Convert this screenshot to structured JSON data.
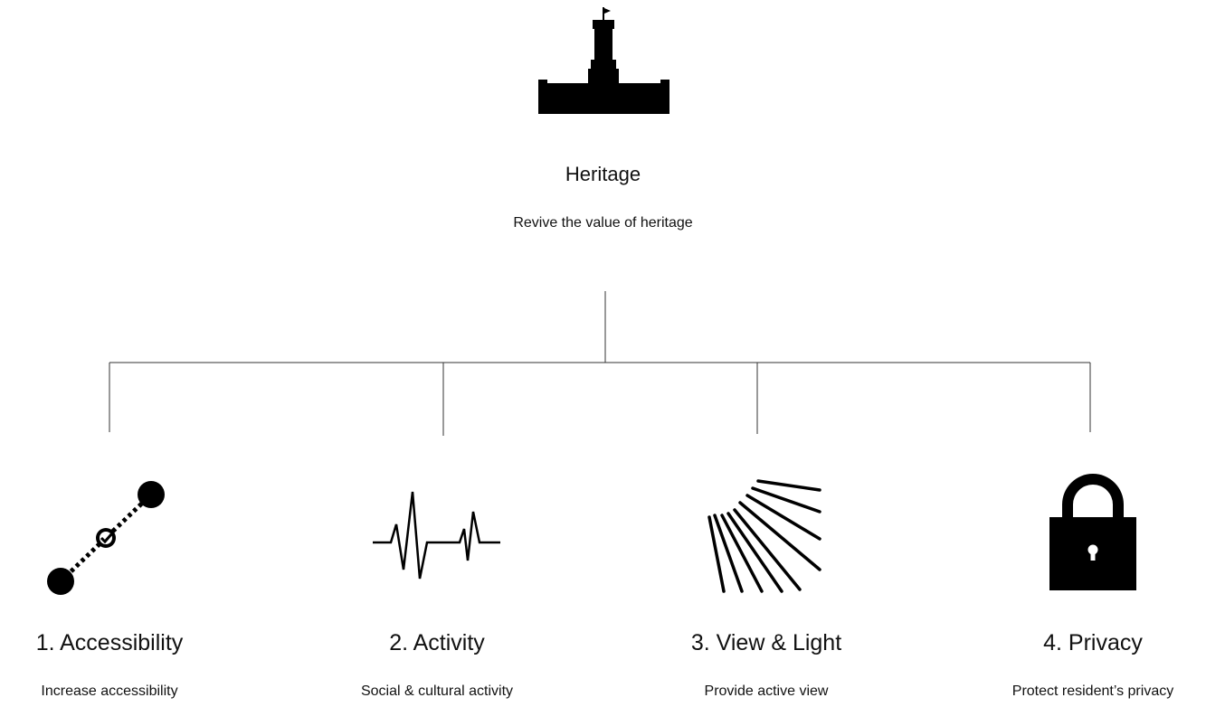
{
  "root": {
    "icon": "heritage-building-icon",
    "title": "Heritage",
    "subtitle": "Revive the value of heritage"
  },
  "branches": [
    {
      "icon": "accessibility-path-icon",
      "title": "1. Accessibility",
      "subtitle": "Increase accessibility"
    },
    {
      "icon": "heartbeat-activity-icon",
      "title": "2. Activity",
      "subtitle": "Social & cultural activity"
    },
    {
      "icon": "light-rays-icon",
      "title": "3. View & Light",
      "subtitle": "Provide active view"
    },
    {
      "icon": "padlock-icon",
      "title": "4. Privacy",
      "subtitle": "Protect resident’s privacy"
    }
  ],
  "colors": {
    "ink": "#000000",
    "line": "#333333",
    "background": "#ffffff"
  }
}
